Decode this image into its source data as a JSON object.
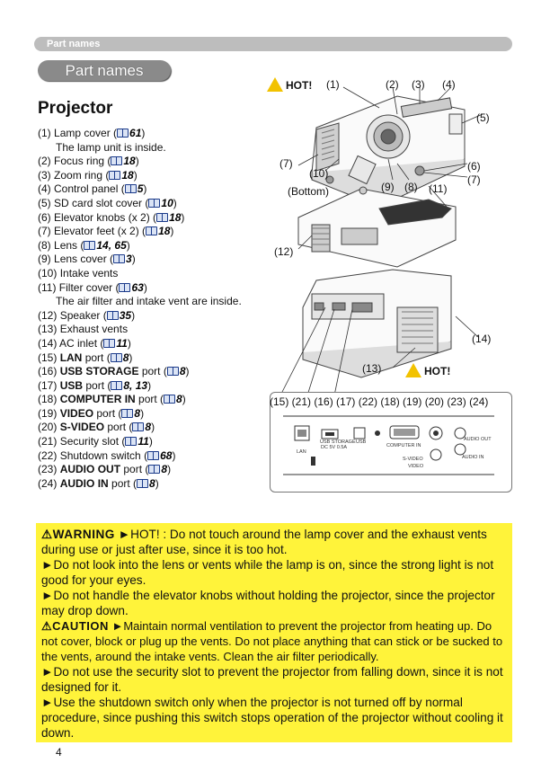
{
  "header": {
    "label": "Part names"
  },
  "section": {
    "pill": "Part names",
    "title": "Projector"
  },
  "parts": [
    {
      "num": "(1)",
      "name": "Lamp cover (",
      "bold": "",
      "tail": "",
      "ref": "61",
      "close": ")"
    },
    {
      "num": "",
      "name": "The lamp unit is inside.",
      "sub": true
    },
    {
      "num": "(2)",
      "name": "Focus ring (",
      "ref": "18",
      "close": ")"
    },
    {
      "num": "(3)",
      "name": "Zoom ring (",
      "ref": "18",
      "close": ")"
    },
    {
      "num": "(4)",
      "name": "Control panel (",
      "ref": "5",
      "close": ")"
    },
    {
      "num": "(5)",
      "name": "SD card slot cover (",
      "ref": "10",
      "close": ")"
    },
    {
      "num": "(6)",
      "name": "Elevator knobs (x 2) (",
      "ref": "18",
      "close": ")"
    },
    {
      "num": "(7)",
      "name": "Elevator feet  (x 2) (",
      "ref": "18",
      "close": ")"
    },
    {
      "num": "(8)",
      "name": "Lens (",
      "ref": "14, 65",
      "close": ")"
    },
    {
      "num": "(9)",
      "name": "Lens cover (",
      "ref": "3",
      "close": ")"
    },
    {
      "num": "(10)",
      "name": "Intake vents"
    },
    {
      "num": "(11)",
      "name": "Filter cover (",
      "ref": "63",
      "close": ")"
    },
    {
      "num": "",
      "name": "The air filter and intake vent are inside.",
      "sub": true
    },
    {
      "num": "(12)",
      "name": "Speaker (",
      "ref": "35",
      "close": ")"
    },
    {
      "num": "(13)",
      "name": "Exhaust vents"
    },
    {
      "num": "(14)",
      "name": "AC inlet (",
      "ref": "11",
      "close": ")"
    },
    {
      "num": "(15)",
      "bold": "LAN",
      "name": " port (",
      "ref": "8",
      "close": ")"
    },
    {
      "num": "(16)",
      "bold": "USB STORAGE",
      "name": " port (",
      "ref": "8",
      "close": ")"
    },
    {
      "num": "(17)",
      "bold": "USB",
      "name": " port (",
      "ref": "8, 13",
      "close": ")"
    },
    {
      "num": "(18)",
      "bold": "COMPUTER IN",
      "name": " port (",
      "ref": "8",
      "close": ")"
    },
    {
      "num": "(19)",
      "bold": "VIDEO",
      "name": " port (",
      "ref": "8",
      "close": ")"
    },
    {
      "num": "(20)",
      "bold": "S-VIDEO",
      "name": " port (",
      "ref": "8",
      "close": ")"
    },
    {
      "num": "(21)",
      "name": "Security slot (",
      "ref": "11",
      "close": ")"
    },
    {
      "num": "(22)",
      "name": "Shutdown switch (",
      "ref": "68",
      "close": ")"
    },
    {
      "num": "(23)",
      "bold": "AUDIO OUT",
      "name": " port (",
      "ref": "8",
      "close": ")"
    },
    {
      "num": "(24)",
      "bold": "AUDIO IN",
      "name": " port (",
      "ref": "8",
      "close": ")"
    }
  ],
  "diagram": {
    "hot": "HOT!",
    "bottom": "(Bottom)",
    "labels": {
      "c1": "(1)",
      "c2": "(2)",
      "c3": "(3)",
      "c4": "(4)",
      "c5": "(5)",
      "c6": "(6)",
      "c7a": "(7)",
      "c7b": "(7)",
      "c8": "(8)",
      "c9": "(9)",
      "c10": "(10)",
      "c11": "(11)",
      "c12": "(12)",
      "c13": "(13)",
      "c14": "(14)"
    },
    "port_row": "(15) (21) (16) (17) (22) (18) (19) (20) (23) (24)",
    "panel_text": {
      "lan": "LAN",
      "usb_storage": "USB STORAGE",
      "dc": "DC 5V 0.5A",
      "usb": "USB",
      "computer_in": "COMPUTER IN",
      "svideo": "S-VIDEO",
      "video": "VIDEO",
      "audio_out": "AUDIO OUT",
      "audio_in": "AUDIO IN"
    }
  },
  "warning": {
    "p1_label": "⚠WARNING",
    "p1_text": "  ►HOT! : Do not touch around the lamp cover and the exhaust vents during use or just after use, since it is too hot.",
    "p2": "►Do not look into the lens or vents while the lamp is on, since the strong light is not good for your eyes.",
    "p3": "►Do not handle the elevator knobs without holding the projector, since the projector may drop down.",
    "p4_label": "⚠CAUTION",
    "p4_text": "  ►Maintain normal ventilation to prevent the projector from heating up. Do not cover, block or plug up the vents. Do not place anything that can stick or be sucked to the vents, around the intake vents. Clean the air filter periodically.",
    "p5": "►Do not use the security slot to prevent the projector from falling down, since it is not designed for it.",
    "p6": "►Use the shutdown switch only when the projector is not turned off by normal procedure, since pushing this switch stops operation of the projector without cooling it down."
  },
  "page_number": "4"
}
